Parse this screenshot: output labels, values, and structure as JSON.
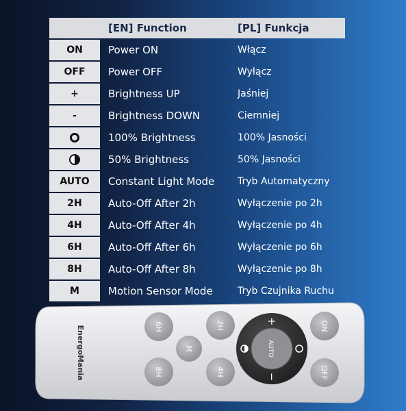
{
  "header": {
    "col1": "",
    "col2": "[EN] Function",
    "col3": "[PL] Funkcja"
  },
  "rows": [
    {
      "key": "ON",
      "en": "Power ON",
      "pl": "Włącz"
    },
    {
      "key": "OFF",
      "en": "Power OFF",
      "pl": "Wyłącz"
    },
    {
      "key": "+",
      "en": "Brightness UP",
      "pl": "Jaśniej"
    },
    {
      "key": "-",
      "en": "Brightness DOWN",
      "pl": "Ciemniej"
    },
    {
      "key": "",
      "icon": "circle-outline-icon",
      "en": "100% Brightness",
      "pl": "100% Jasności"
    },
    {
      "key": "",
      "icon": "half-circle-icon",
      "en": "50% Brightness",
      "pl": "50% Jasności"
    },
    {
      "key": "AUTO",
      "en": "Constant Light Mode",
      "pl": "Tryb Automatyczny"
    },
    {
      "key": "2H",
      "en": "Auto-Off After 2h",
      "pl": "Wyłączenie po 2h"
    },
    {
      "key": "4H",
      "en": "Auto-Off After 4h",
      "pl": "Wyłączenie po 4h"
    },
    {
      "key": "6H",
      "en": "Auto-Off After 6h",
      "pl": "Wyłączenie po 6h"
    },
    {
      "key": "8H",
      "en": "Auto-Off After 8h",
      "pl": "Wyłączenie po 8h"
    },
    {
      "key": "M",
      "en": "Motion Sensor Mode",
      "pl": "Tryb Czujnika Ruchu"
    }
  ],
  "remote": {
    "brand": "EnergoMania",
    "btn_6h": "6H",
    "btn_8h": "8H",
    "btn_m": "M",
    "btn_2h": "2H",
    "btn_4h": "4H",
    "btn_auto": "AUTO",
    "btn_plus": "+",
    "btn_minus": "−",
    "btn_on": "ON",
    "btn_off": "OFF",
    "colors": {
      "body": "#e8e9ec",
      "button": "#a9abae",
      "dpad": "#3a3a3c"
    }
  }
}
